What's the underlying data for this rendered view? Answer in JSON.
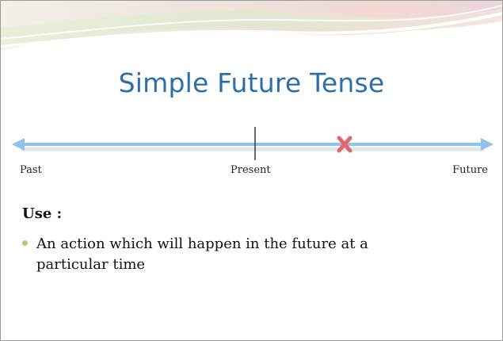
{
  "slide": {
    "title": "Simple Future Tense",
    "timeline": {
      "past_label": "Past",
      "present_label": "Present",
      "future_label": "Future",
      "marker_icon": "x-mark-icon",
      "line_color": "#8fc3ea",
      "marker_color": "#e8646b"
    },
    "use_heading": "Use :",
    "bullets": [
      "An action which will happen in the future at a particular time"
    ],
    "colors": {
      "title": "#2d6ea8",
      "bullet": "#a9cf6a"
    }
  }
}
